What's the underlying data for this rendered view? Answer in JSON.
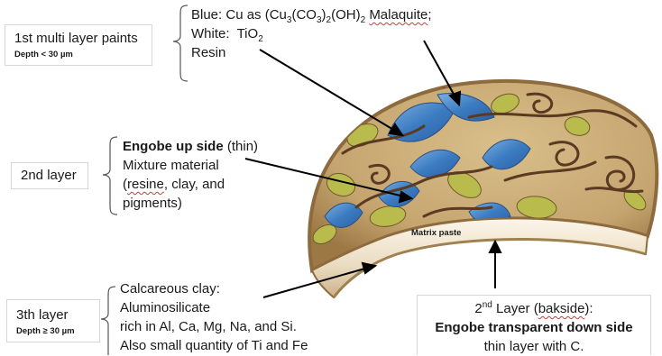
{
  "layer1": {
    "title": "1st multi layer paints",
    "subtitle": "Depth < 30 µm",
    "blue_prefix": "Blue: Cu as (Cu",
    "blue_sub1": "3",
    "blue_mid1": "(CO",
    "blue_sub2": "3",
    "blue_mid2": ")",
    "blue_sub3": "2",
    "blue_mid3": "(OH)",
    "blue_sub4": "2",
    "blue_name": "Malaquite",
    "blue_end": ";",
    "white_prefix": "White:  TiO",
    "white_sub": "2",
    "resin": "Resin"
  },
  "layer2": {
    "title": "2nd layer",
    "engobe_bold": "Engobe up side",
    "engobe_rest": " (thin)",
    "line2": "Mixture material",
    "line3_open": "(",
    "line3_spell": "resine",
    "line3_rest": ", clay, and",
    "line4": "pigments)"
  },
  "layer3": {
    "title": "3th layer",
    "subtitle": "Depth ≥ 30 µm",
    "lines": [
      "Calcareous clay:",
      "Aluminosilicate",
      "rich in Al, Ca, Mg, Na, and Si.",
      "Also small quantity of Ti and Fe"
    ]
  },
  "backside": {
    "line1_pre": "2",
    "line1_sup": "nd",
    "line1_mid": " Layer (",
    "line1_spell": "bakside",
    "line1_end": "):",
    "line2": "Engobe transparent down side",
    "line3": "thin layer with C."
  },
  "matrix_label": "Matrix paste",
  "colors": {
    "plate_base": "#c8a874",
    "plate_rim": "#8e6b3e",
    "blue_paint": "#3e7fc4",
    "green_paint": "#b6b84a",
    "brown_lines": "#5a3a22",
    "matrix": "#efe3cd"
  }
}
